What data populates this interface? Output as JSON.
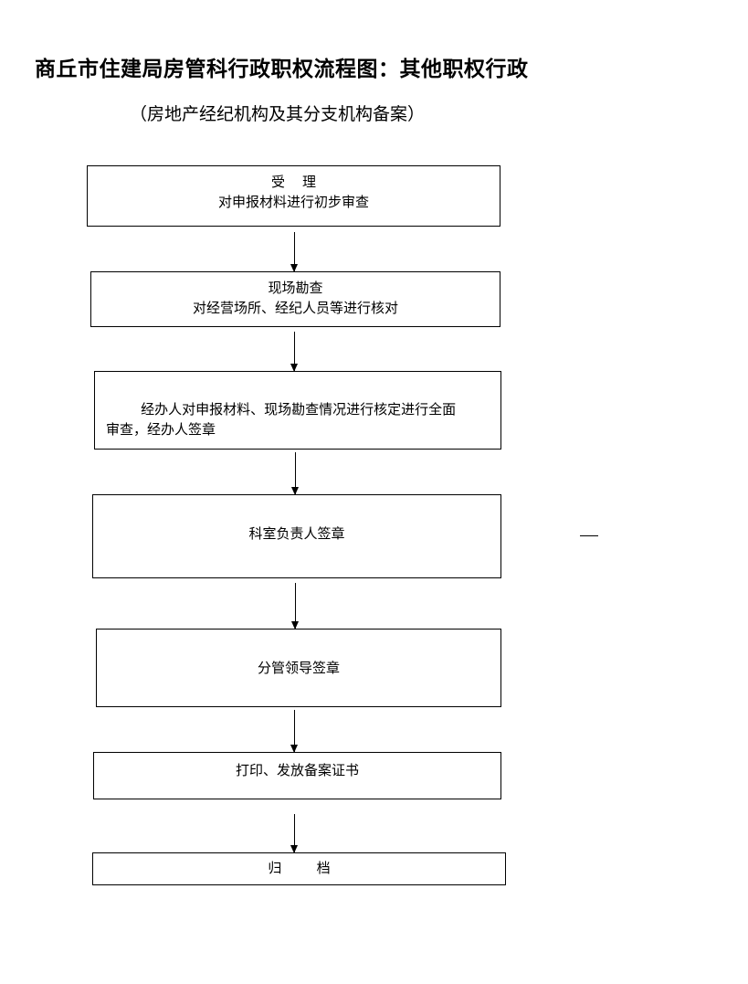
{
  "title": "商丘市住建局房管科行政职权流程图：其他职权行政",
  "subtitle": "（房地产经纪机构及其分支机构备案）",
  "steps": [
    {
      "id": "accept",
      "lines": [
        "受    理",
        "对申报材料进行初步审查"
      ]
    },
    {
      "id": "site-inspection",
      "lines": [
        "现场勘查",
        "对经营场所、经纪人员等进行核对"
      ]
    },
    {
      "id": "handler-review",
      "lines": [
        "        经办人对申报材料、现场勘查情况进行核定进行全面",
        "审查，经办人签章"
      ]
    },
    {
      "id": "section-chief-sign",
      "lines": [
        "科室负责人签章"
      ]
    },
    {
      "id": "leader-sign",
      "lines": [
        "分管领导签章"
      ]
    },
    {
      "id": "issue-certificate",
      "lines": [
        "打印、发放备案证书"
      ]
    },
    {
      "id": "archive",
      "lines": [
        "归        档"
      ]
    }
  ],
  "side_mark": "—"
}
